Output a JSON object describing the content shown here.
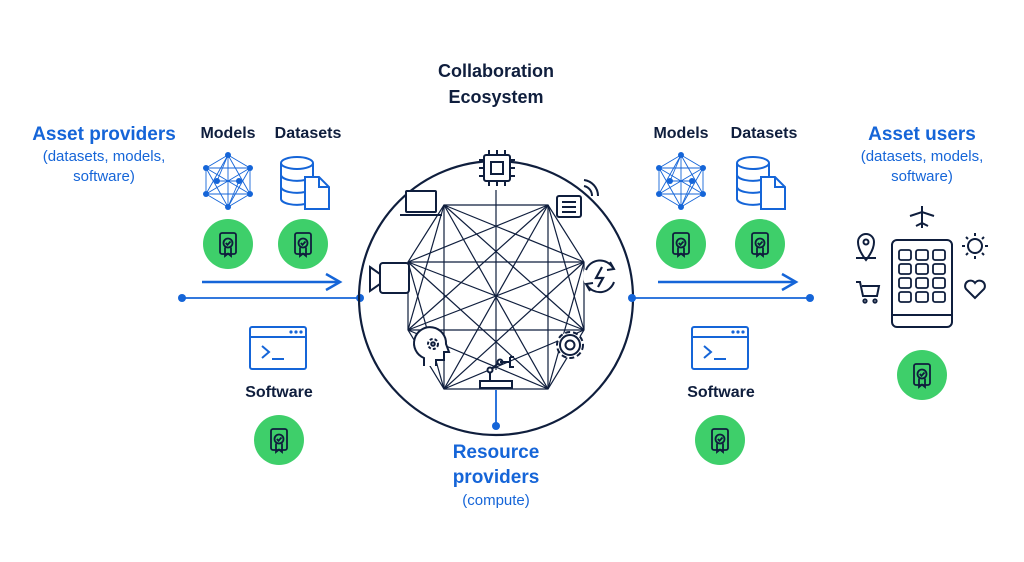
{
  "center": {
    "title_line1": "Collaboration",
    "title_line2": "Ecosystem"
  },
  "left": {
    "title": "Asset providers",
    "subtitle_line1": "(datasets, models,",
    "subtitle_line2": "software)",
    "models_label": "Models",
    "datasets_label": "Datasets",
    "software_label": "Software"
  },
  "right": {
    "title": "Asset users",
    "subtitle_line1": "(datasets, models,",
    "subtitle_line2": "software)",
    "models_label": "Models",
    "datasets_label": "Datasets",
    "software_label": "Software"
  },
  "bottom": {
    "title_line1": "Resource",
    "title_line2": "providers",
    "subtitle": "(compute)"
  },
  "colors": {
    "navy": "#0f1e3d",
    "blue": "#1565d8",
    "green": "#3ecf6a"
  },
  "icons": {
    "network": "network-mesh-icon",
    "database": "database-file-icon",
    "certificate": "certificate-badge-icon",
    "terminal": "terminal-window-icon",
    "chip": "chip-icon",
    "laptop": "laptop-icon",
    "camera": "video-camera-icon",
    "server": "server-signal-icon",
    "energy": "energy-cycle-icon",
    "gear": "gear-icon",
    "head": "head-gear-icon",
    "robot_arm": "robot-arm-icon",
    "phone": "phone-app-grid-icon",
    "plane": "airplane-icon",
    "pin": "location-pin-icon",
    "sun": "sun-icon",
    "cart": "shopping-cart-icon",
    "heart": "heart-icon"
  }
}
